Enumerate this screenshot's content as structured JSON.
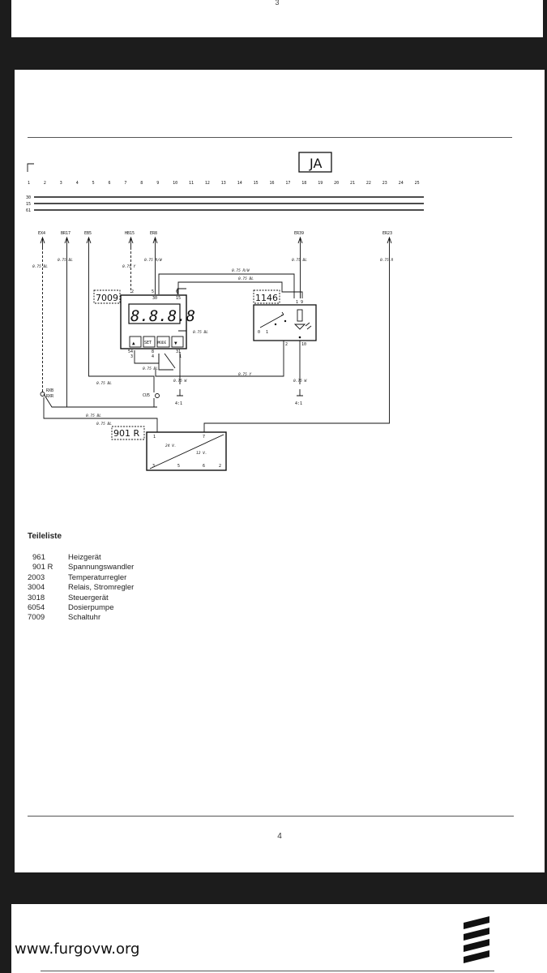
{
  "header": {
    "top_page_number": "3"
  },
  "diagram": {
    "model_code": "JA",
    "columns": [
      "1",
      "2",
      "3",
      "4",
      "5",
      "6",
      "7",
      "8",
      "9",
      "10",
      "11",
      "12",
      "13",
      "14",
      "15",
      "16",
      "17",
      "18",
      "19",
      "20",
      "21",
      "22",
      "23",
      "24",
      "25"
    ],
    "rails": [
      "30",
      "15",
      "61"
    ],
    "terminals": {
      "ex4": "EX4",
      "br17": "BR17",
      "eb5": "EB5",
      "hb15": "HB15",
      "er8": "ER8",
      "er39": "ER39",
      "er23": "ER23"
    },
    "wire_labels": {
      "w1": "0.75 BL",
      "w2": "0.75 BL",
      "w3": "0.75 Y",
      "w4": "0.75 R/W",
      "w5": "0.75 R/W",
      "w6": "0.75 BL",
      "w7": "0.75 BL",
      "w8": "0.75 R",
      "w9": "0.75 BL",
      "w10": "0.75 BL",
      "w11": "0.75 W",
      "w12": "0.75 Y",
      "w13": "0.75 W",
      "w14": "0.75 BL",
      "w15": "0.75 BL",
      "w16": "0.75 BL"
    },
    "timer": {
      "id": "7009",
      "display": "8.8.8.8",
      "btn_up": "▲",
      "btn_set": "SET",
      "btn_mode": "MODE",
      "btn_down": "▼",
      "pins": {
        "p2": "2",
        "p5": "5",
        "p6": "6",
        "p30": "30",
        "p15": "15",
        "p3": "3",
        "p54": "54",
        "p4": "4",
        "p8": "8",
        "p31": "31",
        "p1": "1"
      }
    },
    "relay": {
      "id": "1146",
      "pins": {
        "p1": "1",
        "p2": "2",
        "p9": "9",
        "p10": "10"
      },
      "sw0": "0",
      "sw1": "1"
    },
    "converter": {
      "id": "901 R",
      "v24": "24 V.",
      "v12": "12 V.",
      "pins": {
        "p1": "1",
        "p7": "7",
        "p3": "3",
        "p5": "5",
        "p6": "6",
        "p2": "2"
      }
    },
    "connectors": {
      "rxb": "RXB",
      "rxr": "RXR",
      "cu5": "CU5"
    },
    "grounds": {
      "g1": "4:1",
      "g2": "4:1"
    }
  },
  "parts_list": {
    "title": "Teileliste",
    "items": [
      {
        "num": "961",
        "name": "Heizgerät"
      },
      {
        "num": "901 R",
        "name": "Spannungswandler"
      },
      {
        "num": "2003",
        "name": "Temperaturregler"
      },
      {
        "num": "3004",
        "name": "Relais, Stromregler"
      },
      {
        "num": "3018",
        "name": "Steuergerät"
      },
      {
        "num": "6054",
        "name": "Dosierpumpe"
      },
      {
        "num": "7009",
        "name": "Schaltuhr"
      }
    ]
  },
  "page_number": "4",
  "footer": {
    "url": "www.furgovw.org"
  }
}
